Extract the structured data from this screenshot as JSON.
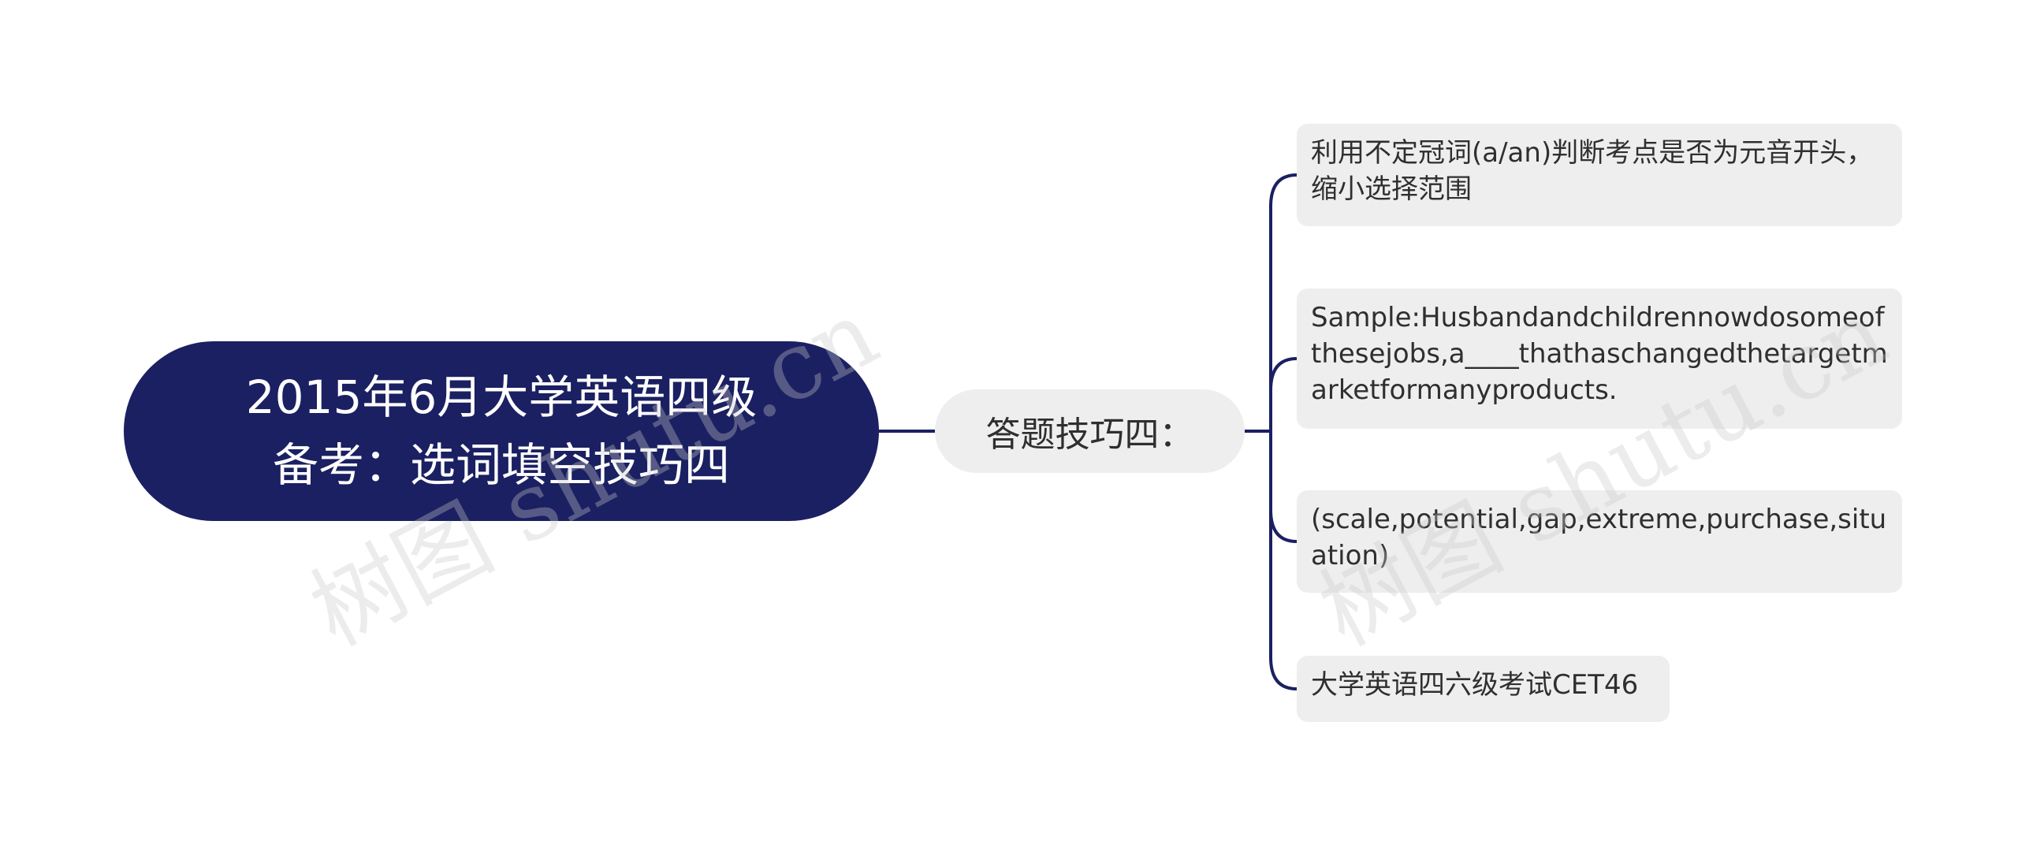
{
  "root": {
    "line1": "2015年6月大学英语四级",
    "line2": "备考：选词填空技巧四"
  },
  "branch": {
    "label": "答题技巧四："
  },
  "leaves": [
    {
      "text": "利用不定冠词(a/an)判断考点是否为元音开头，缩小选择范围"
    },
    {
      "text": "Sample:Husbandandchildrennowdosomeofthesejobs,a____thathaschangedthetargetmarketformanyproducts."
    },
    {
      "text": "(scale,potential,gap,extreme,purchase,situation)"
    },
    {
      "text": "大学英语四六级考试CET46"
    }
  ],
  "watermark": {
    "text": "树图 shutu.cn"
  },
  "colors": {
    "root_fill": "#1b2062",
    "node_fill": "#eeeeee",
    "connector": "#1b2062",
    "text_dark": "#2f2f2f",
    "text_light": "#ffffff"
  }
}
